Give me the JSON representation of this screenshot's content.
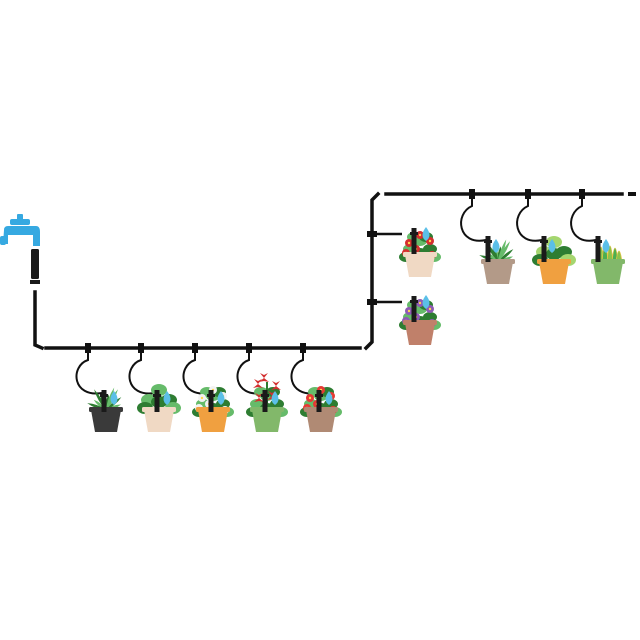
{
  "colors": {
    "background": "#ffffff",
    "pipe": "#111111",
    "faucet": "#36a9e1",
    "water_drop": "#5bbfe8",
    "leaf_dark": "#2e7d32",
    "leaf_light": "#66bb6a"
  },
  "faucet": {
    "icon": "water-faucet-icon"
  },
  "lower_line": {
    "plants": [
      {
        "plant": "aloe",
        "pot": "dark-grey",
        "pot_color": "#3a3a3a",
        "flower_color": null
      },
      {
        "plant": "monstera",
        "pot": "cream",
        "pot_color": "#f0d9c4",
        "flower_color": null
      },
      {
        "plant": "white-flowering",
        "pot": "orange",
        "pot_color": "#f0a040",
        "flower_color": "#f2f2f2"
      },
      {
        "plant": "red-amaryllis",
        "pot": "green",
        "pot_color": "#82b86a",
        "flower_color": "#d32f2f"
      },
      {
        "plant": "red-flowering",
        "pot": "terracotta",
        "pot_color": "#b08a74",
        "flower_color": "#e53935"
      }
    ]
  },
  "vertical_line": {
    "plants": [
      {
        "plant": "red-flowering",
        "pot": "cream",
        "pot_color": "#f0d9c4",
        "flower_color": "#d32f2f"
      },
      {
        "plant": "african-violet",
        "pot": "terracotta",
        "pot_color": "#c0806a",
        "flower_color": "#8e5bb5"
      }
    ]
  },
  "upper_line": {
    "plants": [
      {
        "plant": "spider-plant",
        "pot": "taupe",
        "pot_color": "#b39a88",
        "flower_color": null
      },
      {
        "plant": "dieffenbachia",
        "pot": "orange",
        "pot_color": "#f0a040",
        "flower_color": null
      },
      {
        "plant": "snake-plant",
        "pot": "green",
        "pot_color": "#82b86a",
        "flower_color": null
      }
    ]
  }
}
